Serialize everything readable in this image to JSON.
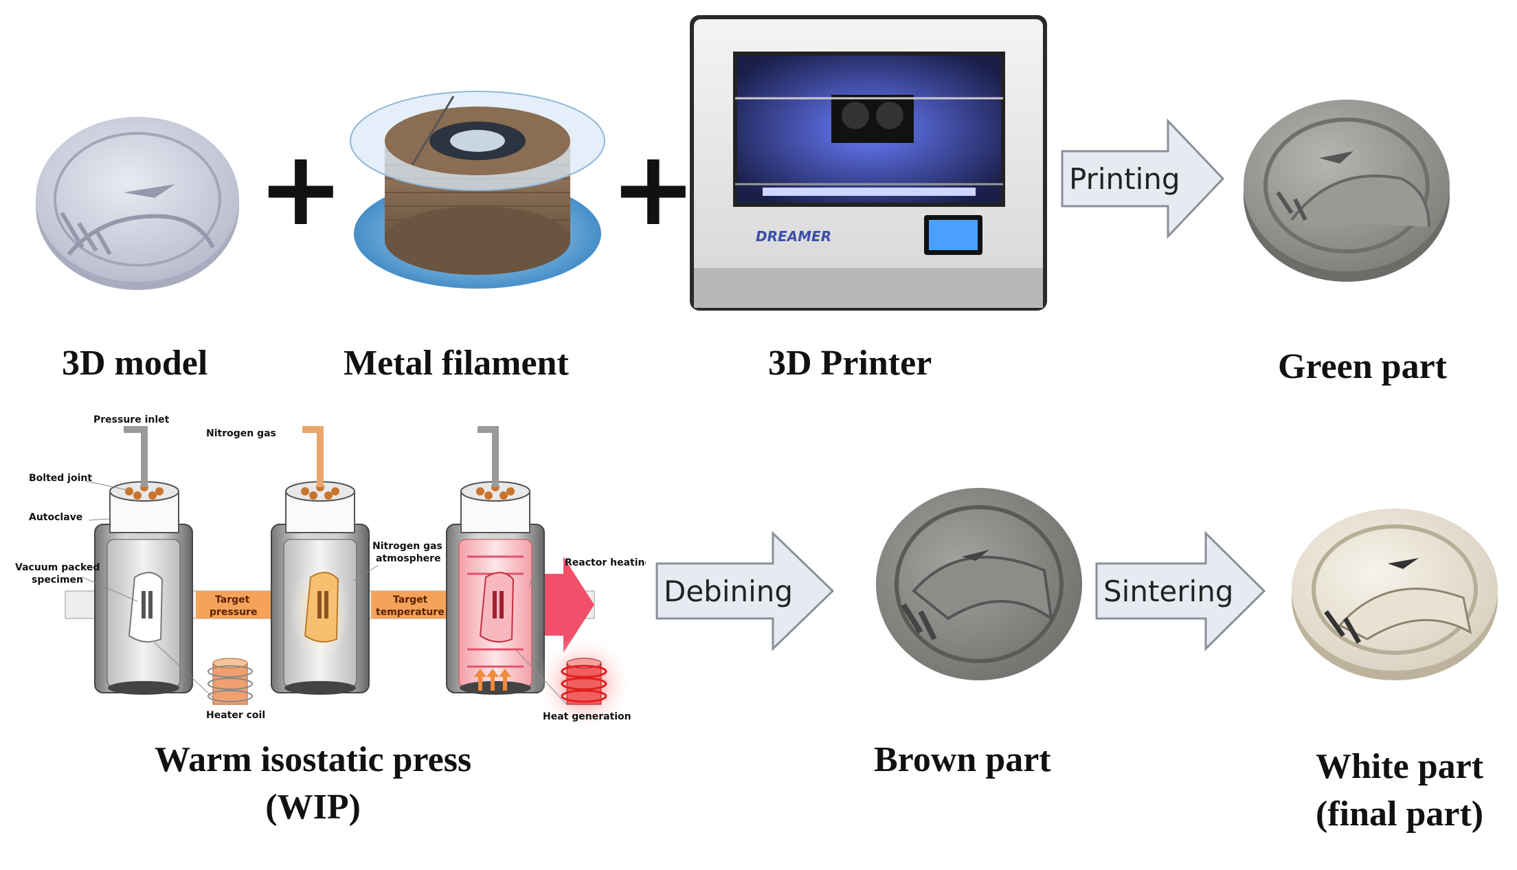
{
  "top_row": {
    "model_caption": "3D model",
    "filament_caption": "Metal filament",
    "printer_caption": "3D Printer",
    "green_caption": "Green part",
    "plus_symbol": "+",
    "printing_arrow": "Printing",
    "printer_brand": "DREAMER"
  },
  "bottom_row": {
    "wip_caption_line1": "Warm isostatic press",
    "wip_caption_line2": "(WIP)",
    "brown_caption": "Brown part",
    "white_caption_line1": "White part",
    "white_caption_line2": "(final part)",
    "debining_arrow": "Debining",
    "sintering_arrow": "Sintering"
  },
  "wip_diagram": {
    "pressure_inlet": "Pressure inlet",
    "bolted_joint": "Bolted joint",
    "autoclave": "Autoclave",
    "vacuum_packed_line1": "Vacuum packed",
    "vacuum_packed_line2": "specimen",
    "nitrogen_gas": "Nitrogen gas",
    "nitrogen_atmosphere_line1": "Nitrogen gas",
    "nitrogen_atmosphere_line2": "atmosphere",
    "target_pressure_line1": "Target",
    "target_pressure_line2": "pressure",
    "target_temperature_line1": "Target",
    "target_temperature_line2": "temperature",
    "reactor_heating": "Reactor heating",
    "heater_coil": "Heater coil",
    "heat_generation": "Heat generation"
  },
  "colors": {
    "arrow_fill": "#e6ebf2",
    "arrow_stroke": "#8a8f98",
    "band_orange": "#f5a25a",
    "heat_red": "#f0506a",
    "part_grey": "#8e8e8c",
    "part_white": "#ece6d8"
  }
}
